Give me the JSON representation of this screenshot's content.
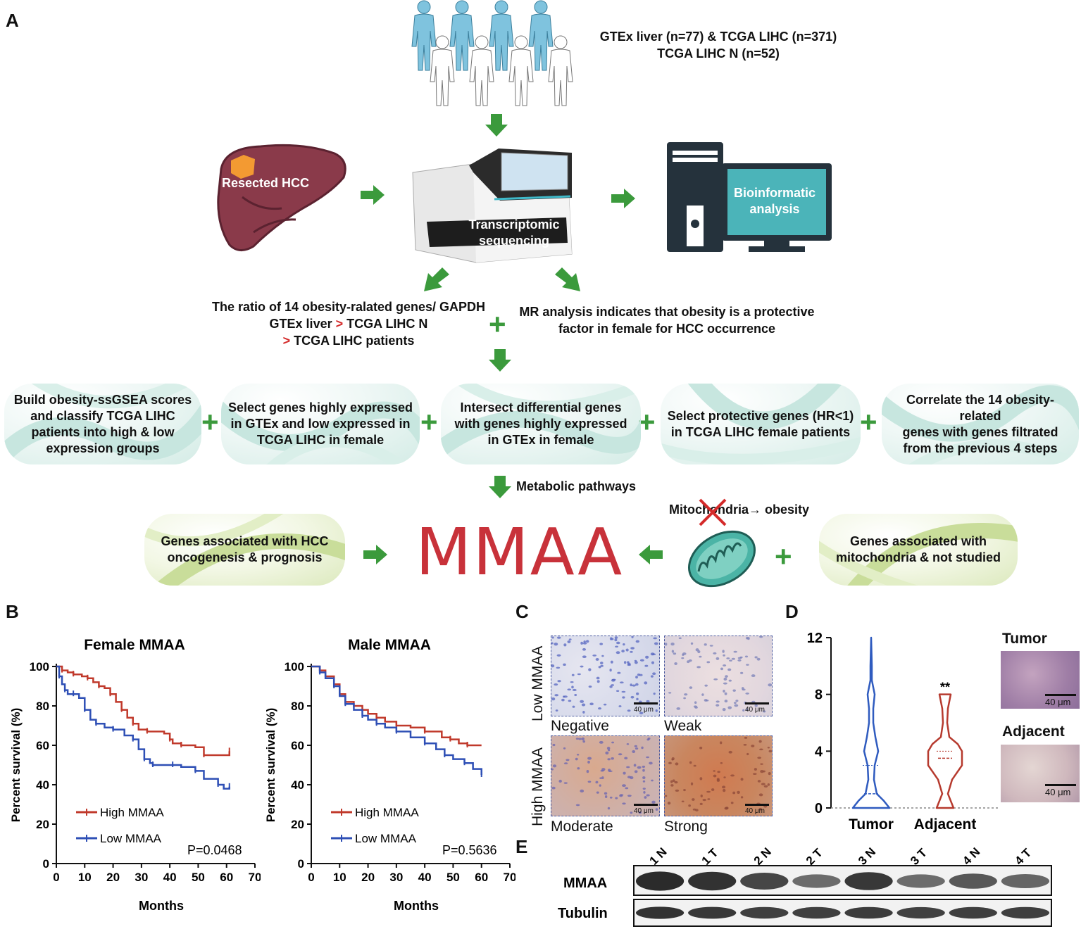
{
  "panels": {
    "a": "A",
    "b": "B",
    "c": "C",
    "d": "D",
    "e": "E"
  },
  "panel_a": {
    "cohort_line1": "GTEx liver (n=77) & TCGA LIHC (n=371)",
    "cohort_line2": "TCGA LIHC N (n=52)",
    "liver_label": "Resected HCC",
    "sequencer_line1": "Transcriptomic",
    "sequencer_line2": "sequencing",
    "computer_line1": "Bioinformatic",
    "computer_line2": "analysis",
    "ratio_line1": "The ratio of 14 obesity-ralated genes/ GAPDH",
    "ratio_line2a": "GTEx liver ",
    "ratio_gt": ">",
    "ratio_line2b": " TCGA LIHC N",
    "ratio_line3b": " TCGA LIHC patients",
    "mr_line1": "MR analysis indicates that obesity is a protective",
    "mr_line2": "factor in female for HCC occurrence",
    "steps": [
      {
        "line1": "Build obesity-ssGSEA scores",
        "line2": "and classify TCGA LIHC",
        "line3": "patients into high & low",
        "line4": "expression groups"
      },
      {
        "line1": "Select genes highly expressed",
        "line2": "in GTEx and low expressed in",
        "line3": "TCGA LIHC in female"
      },
      {
        "line1": "Intersect differential genes",
        "line2": "with genes highly expressed",
        "line3": "in GTEx in female"
      },
      {
        "line1": "Select protective genes (HR<1)",
        "line2": "in TCGA LIHC female patients"
      },
      {
        "line1": "Correlate the 14 obesity-related",
        "line2": "genes with genes filtrated",
        "line3": "from the previous 4 steps"
      }
    ],
    "metabolic": "Metabolic pathways",
    "mito_text_a": "Mitochondria",
    "mito_text_b": "→ obesity",
    "hcc_box_line1": "Genes associated with HCC",
    "hcc_box_line2": "oncogenesis & prognosis",
    "mmaa_big": "MMAA",
    "mito_box_line1": "Genes associated with",
    "mito_box_line2": "mitochondria & not studied",
    "accent_red": "#d42a2a",
    "arrow_green": "#3b9a3c",
    "mmaa_color": "#c8323a"
  },
  "chart_data": [
    {
      "type": "line",
      "title": "Female MMAA",
      "xlabel": "Months",
      "ylabel": "Percent survival (%)",
      "xlim": [
        0,
        70
      ],
      "ylim": [
        0,
        100
      ],
      "xticks": [
        "0",
        "10",
        "20",
        "30",
        "40",
        "50",
        "60",
        "70"
      ],
      "yticks": [
        "0",
        "20",
        "40",
        "60",
        "80",
        "100"
      ],
      "annotation": "P=0.0468",
      "series": [
        {
          "name": "High MMAA",
          "color": "#c0392b",
          "x": [
            0,
            2,
            4,
            6,
            9,
            11,
            13,
            15,
            17,
            19,
            21,
            23,
            25,
            27,
            29,
            32,
            38,
            40,
            41,
            44,
            49,
            52,
            55,
            61
          ],
          "y": [
            100,
            98,
            97,
            96,
            95,
            94,
            92,
            90,
            89,
            86,
            82,
            78,
            74,
            71,
            68,
            67,
            66,
            63,
            61,
            60,
            59,
            55,
            55,
            57
          ]
        },
        {
          "name": "Low MMAA",
          "color": "#2e4fb5",
          "x": [
            0,
            1,
            2,
            3,
            4,
            6,
            8,
            10,
            12,
            14,
            17,
            20,
            24,
            27,
            29,
            31,
            33,
            34,
            38,
            41,
            44,
            49,
            52,
            57,
            59,
            61
          ],
          "y": [
            100,
            95,
            91,
            88,
            86,
            86,
            84,
            78,
            73,
            71,
            69,
            68,
            65,
            63,
            58,
            53,
            51,
            50,
            50,
            50,
            49,
            47,
            43,
            40,
            38,
            39
          ]
        }
      ]
    },
    {
      "type": "line",
      "title": "Male MMAA",
      "xlabel": "Months",
      "ylabel": "Percent survival (%)",
      "xlim": [
        0,
        70
      ],
      "ylim": [
        0,
        100
      ],
      "xticks": [
        "0",
        "10",
        "20",
        "30",
        "40",
        "50",
        "60",
        "70"
      ],
      "yticks": [
        "0",
        "20",
        "40",
        "60",
        "80",
        "100"
      ],
      "annotation": "P=0.5636",
      "series": [
        {
          "name": "High MMAA",
          "color": "#c0392b",
          "x": [
            0,
            3,
            5,
            8,
            10,
            12,
            15,
            18,
            20,
            23,
            26,
            30,
            35,
            40,
            46,
            49,
            52,
            55,
            60
          ],
          "y": [
            100,
            98,
            95,
            91,
            86,
            82,
            80,
            78,
            76,
            74,
            72,
            70,
            69,
            67,
            64,
            63,
            61,
            60,
            60
          ]
        },
        {
          "name": "Low MMAA",
          "color": "#2e4fb5",
          "x": [
            0,
            3,
            5,
            8,
            10,
            12,
            15,
            18,
            20,
            23,
            26,
            30,
            35,
            40,
            44,
            47,
            50,
            54,
            57,
            60
          ],
          "y": [
            100,
            97,
            94,
            90,
            85,
            81,
            78,
            75,
            73,
            71,
            69,
            67,
            64,
            61,
            58,
            55,
            53,
            51,
            48,
            45
          ]
        }
      ]
    },
    {
      "type": "violin",
      "ylim": [
        0,
        12
      ],
      "yticks": [
        "0",
        "4",
        "8",
        "12"
      ],
      "categories": [
        "Tumor",
        "Adjacent"
      ],
      "significance": "**",
      "series": [
        {
          "name": "Tumor",
          "color": "#2f5bbf",
          "median": 1,
          "quartile_upper": 3,
          "max": 12
        },
        {
          "name": "Adjacent",
          "color": "#b63a2e",
          "median": 3.5,
          "quartile_upper": 4,
          "max": 8
        }
      ]
    }
  ],
  "panel_c": {
    "row1": "Low MMAA",
    "row2": "High MMAA",
    "grades": [
      "Negative",
      "Weak",
      "Moderate",
      "Strong"
    ],
    "scale": "40 μm"
  },
  "panel_d_side": {
    "tumor": "Tumor",
    "adjacent": "Adjacent",
    "scale": "40 μm"
  },
  "panel_e": {
    "lanes": [
      "1 N",
      "1 T",
      "2 N",
      "2 T",
      "3 N",
      "3 T",
      "4 N",
      "4 T"
    ],
    "rows": [
      "MMAA",
      "Tubulin"
    ],
    "mmaa_intensity": [
      0.95,
      0.9,
      0.75,
      0.45,
      0.85,
      0.45,
      0.6,
      0.5
    ],
    "tubulin_intensity": [
      0.9,
      0.85,
      0.8,
      0.8,
      0.82,
      0.78,
      0.8,
      0.8
    ]
  }
}
